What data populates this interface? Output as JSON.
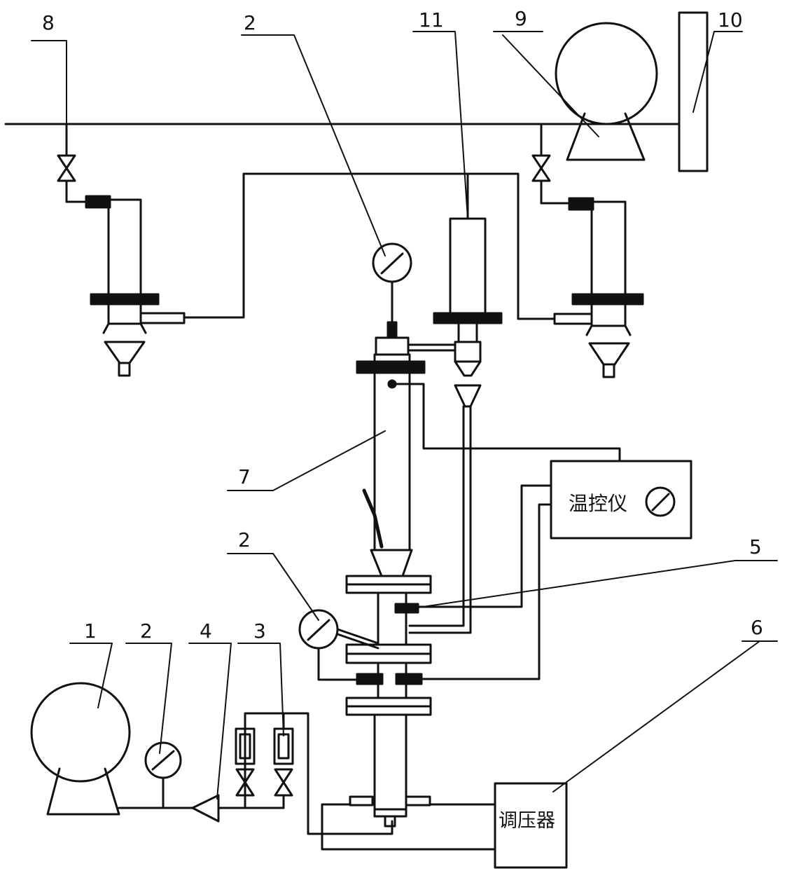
{
  "labels": {
    "n1": "1",
    "n2_top": "2",
    "n2_mid": "2",
    "n2_bottom": "2",
    "n3": "3",
    "n4": "4",
    "n5": "5",
    "n6": "6",
    "n7": "7",
    "n8": "8",
    "n9": "9",
    "n10": "10",
    "n11": "11"
  },
  "boxes": {
    "temp_controller": "温控仪",
    "pressure_regulator": "调压器"
  }
}
